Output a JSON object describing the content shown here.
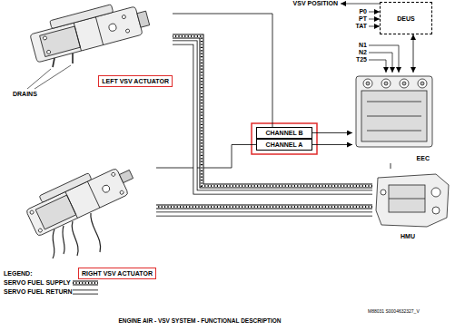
{
  "diagram": {
    "caption": "ENGINE AIR - VSV SYSTEM - FUNCTIONAL DESCRIPTION",
    "nodes": [
      {
        "text": [
          "DEUS"
        ]
      },
      {
        "text": [
          "LEFT VSV ACTUATOR"
        ]
      },
      {
        "text": [
          "CHANNEL B"
        ]
      },
      {
        "text": [
          "CHANNEL A"
        ]
      },
      {
        "text": [
          "EEC"
        ]
      },
      {
        "text": [
          "HMU"
        ]
      },
      {
        "text": [
          "RIGHT VSV ACTUATOR"
        ]
      }
    ],
    "edges": [
      {
        "from": 0,
        "to": 4,
        "arrow": "both"
      },
      {
        "from": 1,
        "to": 2,
        "arrow": "none"
      },
      {
        "from": 6,
        "to": 3,
        "arrow": "none"
      },
      {
        "from": 2,
        "to": 4,
        "arrow": "to"
      },
      {
        "from": 3,
        "to": 4,
        "arrow": "to"
      },
      {
        "from": 4,
        "to": 5,
        "arrow": "none"
      },
      {
        "from": 5,
        "to": 1,
        "arrow": "none"
      },
      {
        "from": 5,
        "to": 6,
        "arrow": "none"
      }
    ],
    "labels": [
      "VSV POSITION",
      "P0",
      "PT",
      "TAT",
      "N1",
      "N2",
      "T25",
      "DRAINS",
      "LEGEND:",
      "M88031 S0004632327_V"
    ],
    "legend": [
      {
        "text": "SERVO FUEL SUPPLY"
      },
      {
        "text": "SERVO FUEL RETURN"
      }
    ]
  }
}
